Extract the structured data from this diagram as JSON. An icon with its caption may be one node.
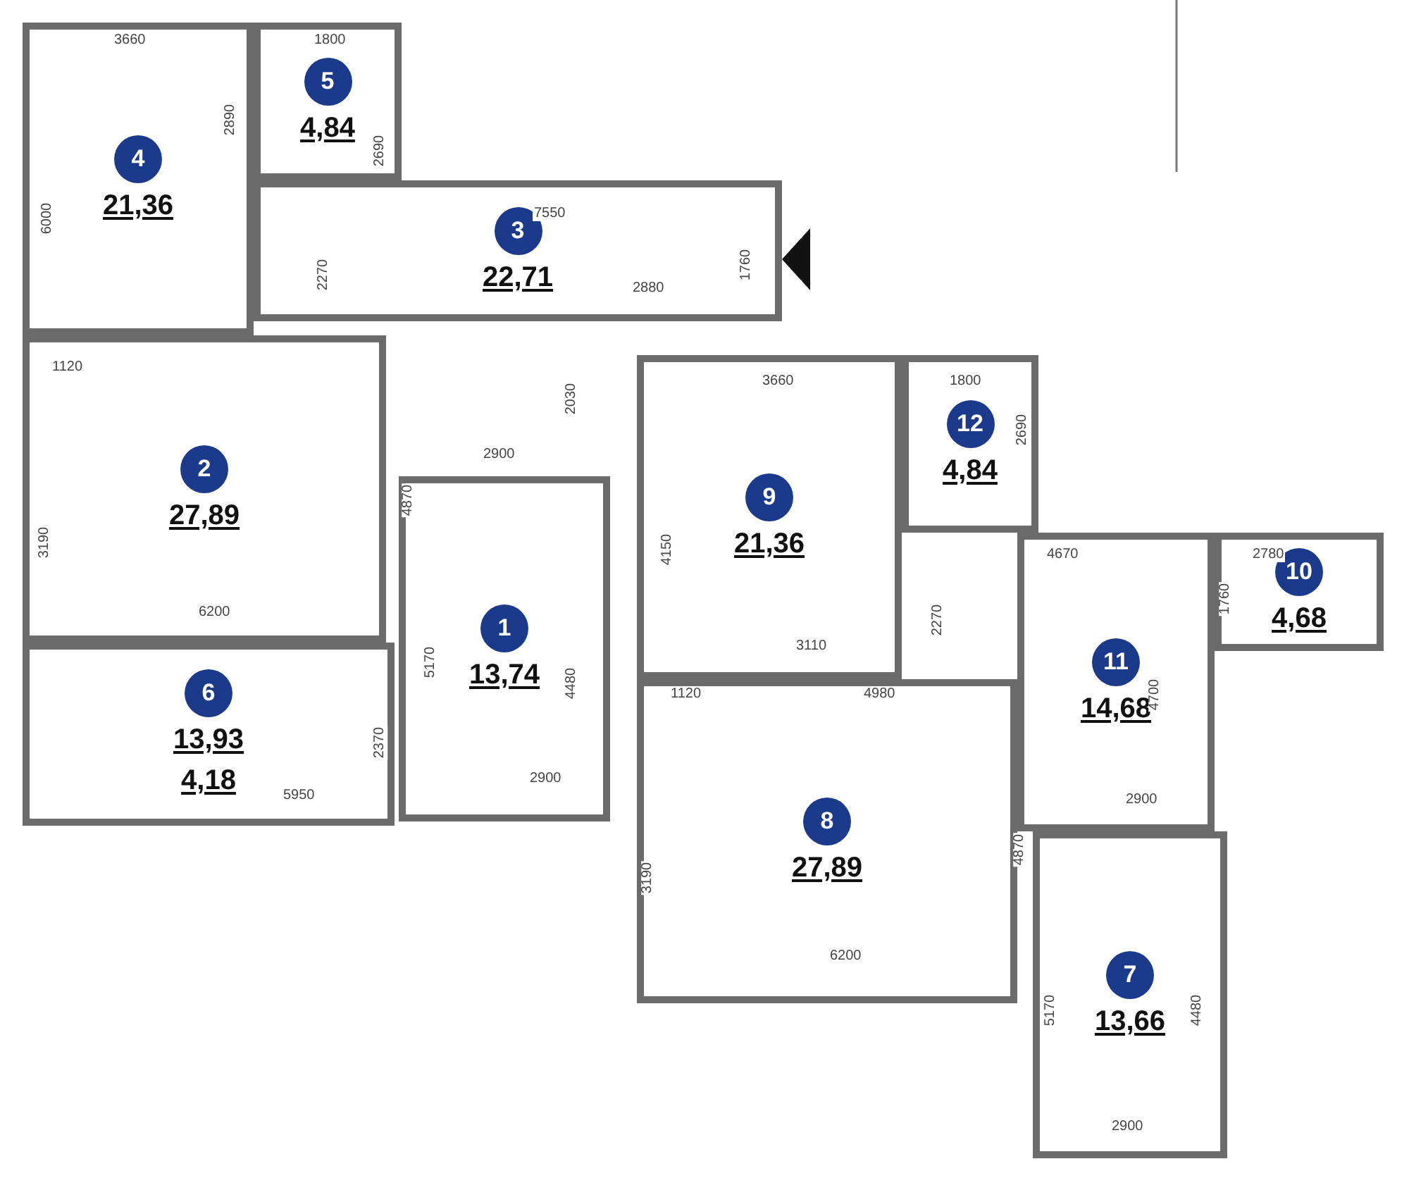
{
  "diagram": {
    "nodes": [
      {
        "text": [
          "1",
          "13,74"
        ]
      },
      {
        "text": [
          "2",
          "27,89"
        ]
      },
      {
        "text": [
          "3",
          "22,71"
        ]
      },
      {
        "text": [
          "4",
          "21,36"
        ]
      },
      {
        "text": [
          "5",
          "4,84"
        ]
      },
      {
        "text": [
          "6",
          "13,93",
          "4,18"
        ]
      },
      {
        "text": [
          "7",
          "13,66"
        ]
      },
      {
        "text": [
          "8",
          "27,89"
        ]
      },
      {
        "text": [
          "9",
          "21,36"
        ]
      },
      {
        "text": [
          "10",
          "4,68"
        ]
      },
      {
        "text": [
          "11",
          "14,68"
        ]
      },
      {
        "text": [
          "12",
          "4,84"
        ]
      }
    ],
    "labels": [
      "3660",
      "1800",
      "2890",
      "2690",
      "6000",
      "7550",
      "2270",
      "2880",
      "1760",
      "1120",
      "2030",
      "2900",
      "4870",
      "3190",
      "6200",
      "5170",
      "4480",
      "2370",
      "5950",
      "2900",
      "3660",
      "1800",
      "2690",
      "4150",
      "4670",
      "2780",
      "1760",
      "2270",
      "3110",
      "1120",
      "4980",
      "4700",
      "2900",
      "4870",
      "3190",
      "6200",
      "5170",
      "4480",
      "2900"
    ]
  }
}
